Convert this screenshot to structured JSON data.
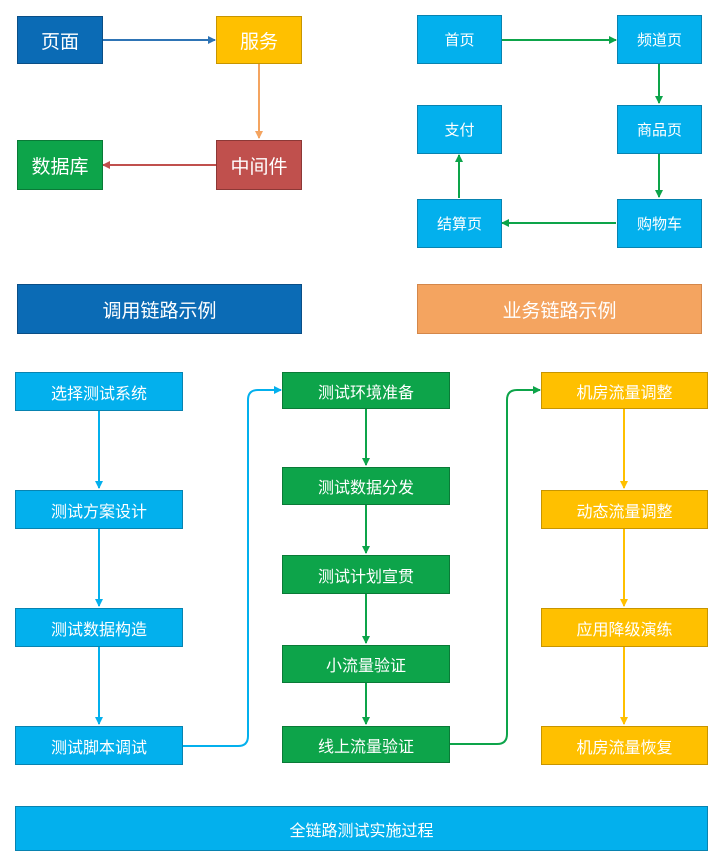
{
  "call_chain": {
    "page": "页面",
    "service": "服务",
    "middleware": "中间件",
    "database": "数据库",
    "caption": "调用链路示例"
  },
  "business_chain": {
    "home": "首页",
    "channel": "频道页",
    "product": "商品页",
    "cart": "购物车",
    "checkout": "结算页",
    "payment": "支付",
    "caption": "业务链路示例"
  },
  "process": {
    "column1": [
      "选择测试系统",
      "测试方案设计",
      "测试数据构造",
      "测试脚本调试"
    ],
    "column2": [
      "测试环境准备",
      "测试数据分发",
      "测试计划宣贯",
      "小流量验证",
      "线上流量验证"
    ],
    "column3": [
      "机房流量调整",
      "动态流量调整",
      "应用降级演练",
      "机房流量恢复"
    ],
    "caption": "全链路测试实施过程"
  },
  "colors": {
    "dark_blue": "#0B6BB5",
    "yellow": "#FFC000",
    "red": "#C0504D",
    "green": "#0DA44A",
    "light_blue": "#03B0ED",
    "orange": "#F4A460",
    "call_arrow_blue": "#2E74B5",
    "call_arrow_orange": "#F4A460",
    "call_arrow_red": "#C0504D",
    "flow_arrow_green": "#0DA44A",
    "flow_arrow_light_blue": "#03B0ED",
    "flow_arrow_yellow": "#FFC000"
  }
}
